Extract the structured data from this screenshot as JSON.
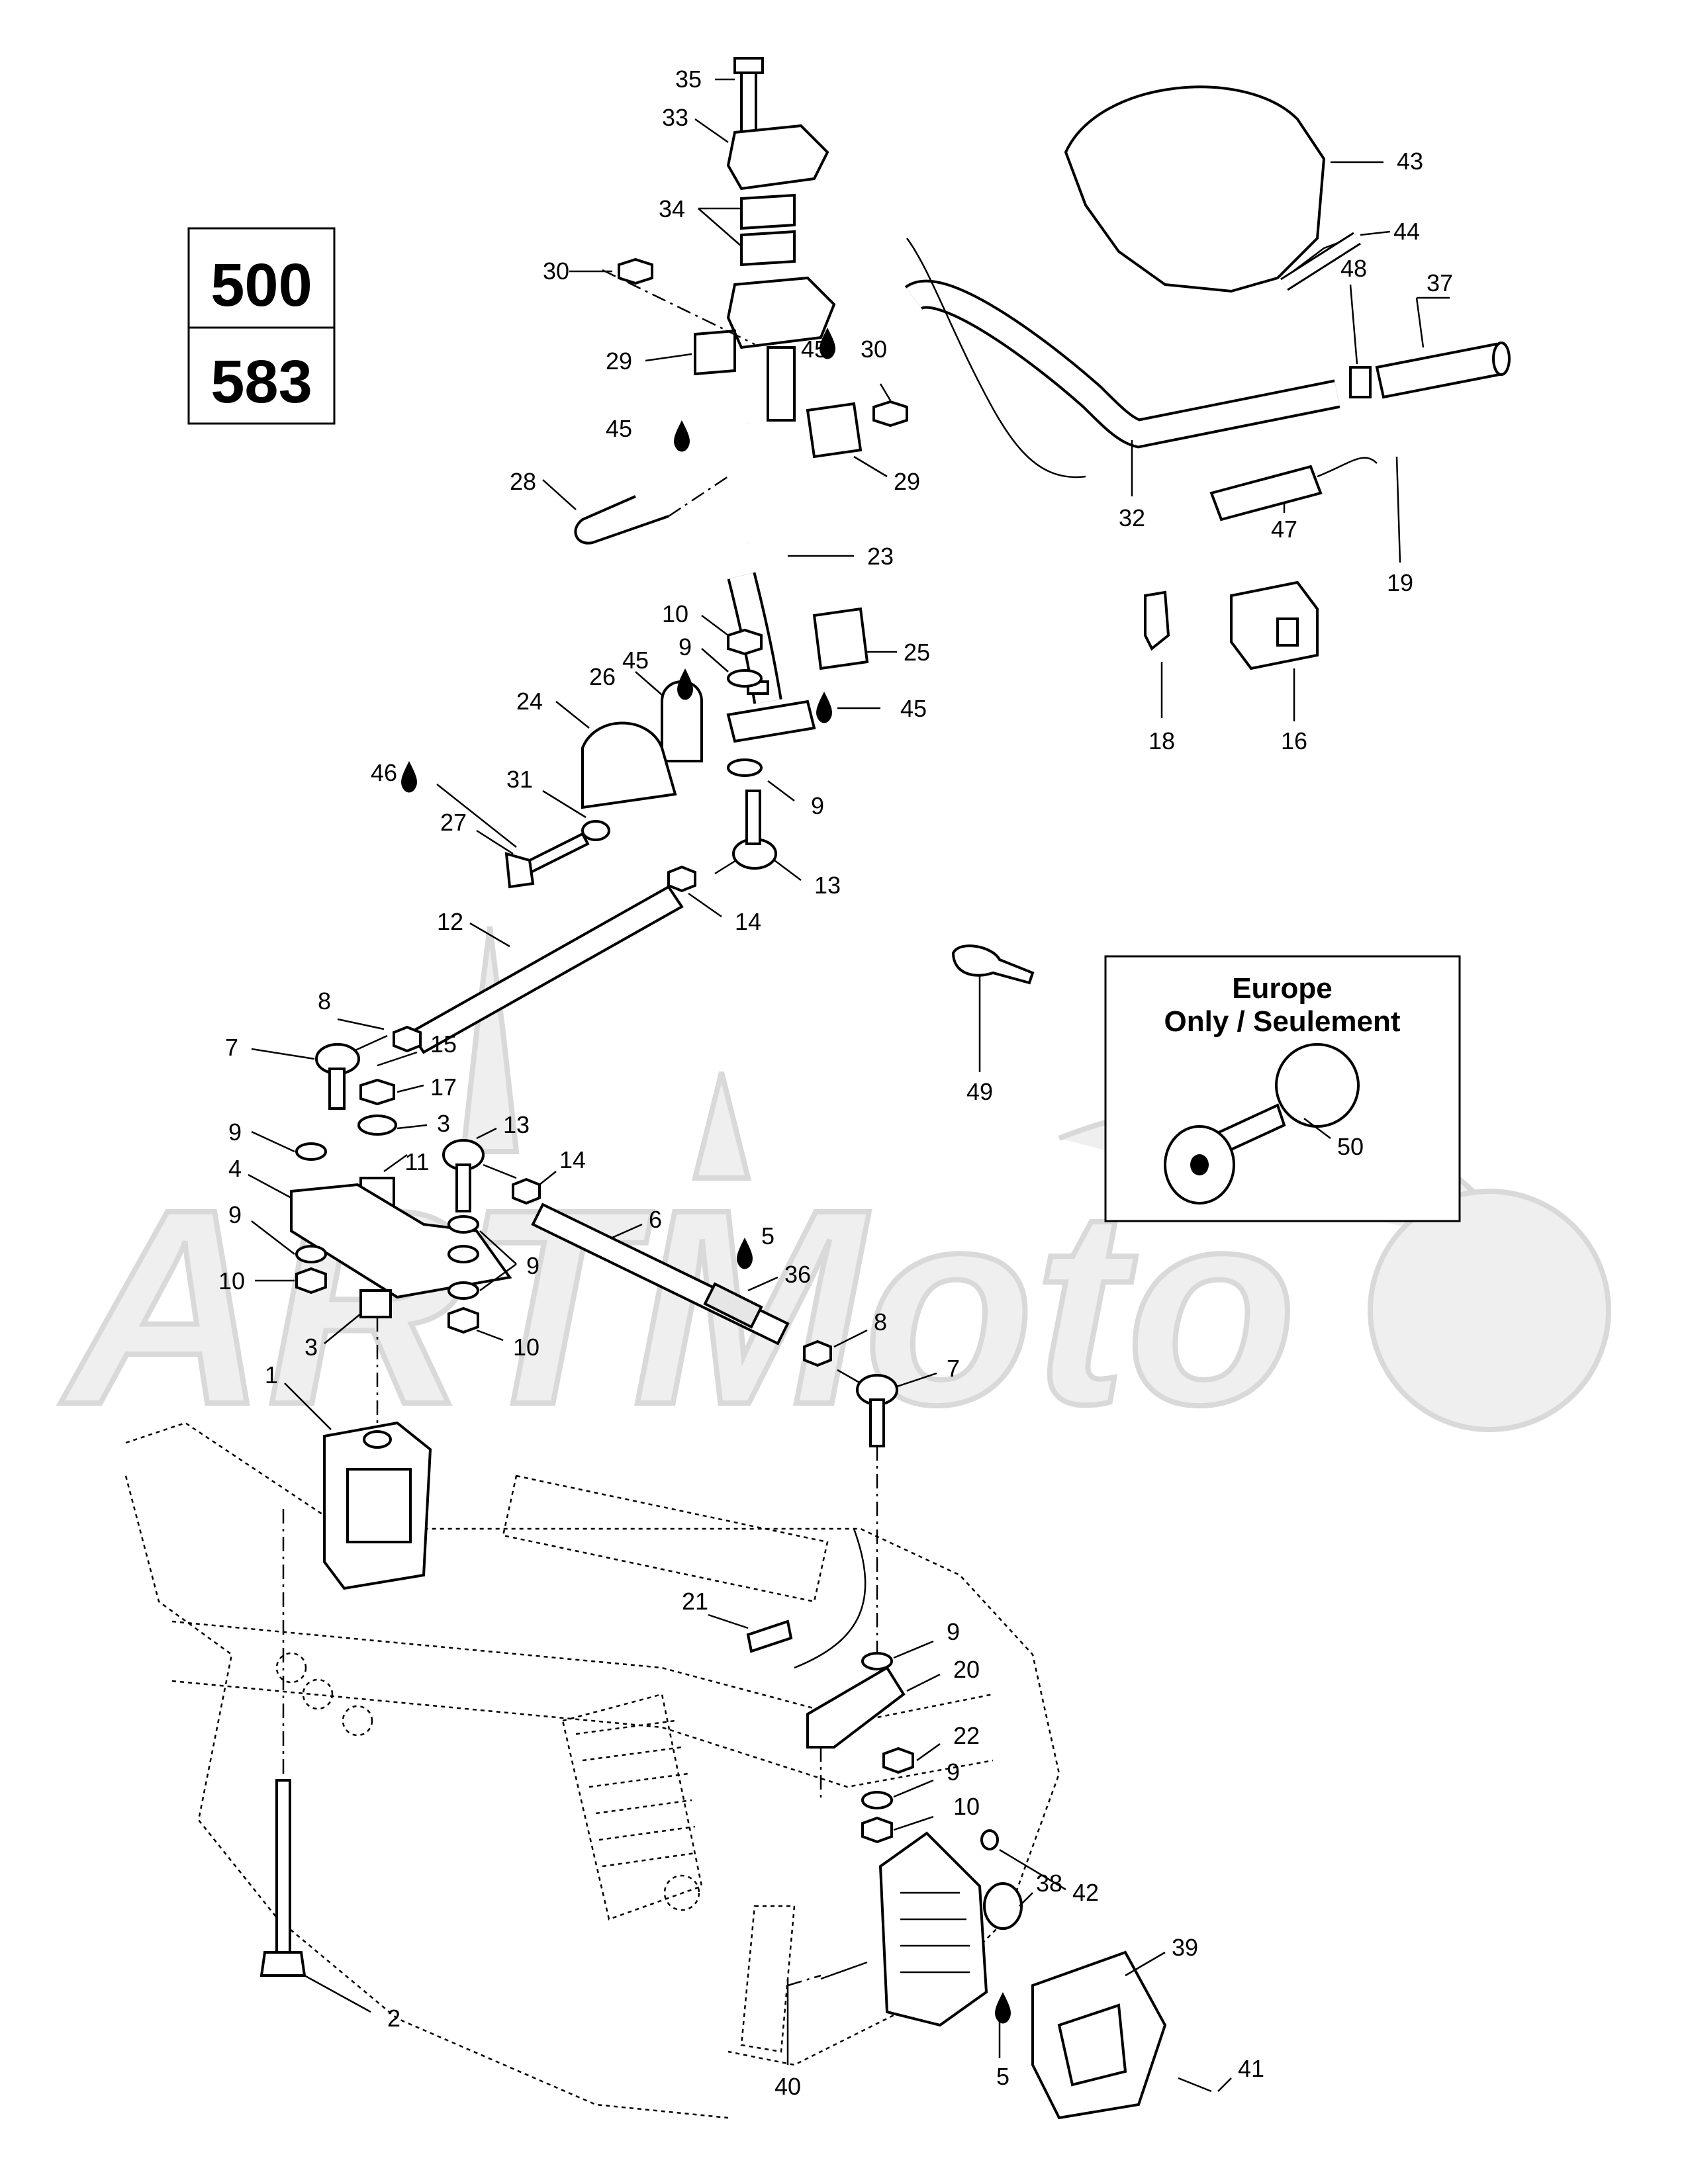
{
  "model_box": {
    "top": "500",
    "bottom": "583"
  },
  "europe_box": {
    "line1": "Europe",
    "line2": "Only / Seulement"
  },
  "watermark": "ARTMoto",
  "lube_marker": "drop-icon",
  "labels": [
    {
      "id": "35",
      "text": "35"
    },
    {
      "id": "33",
      "text": "33"
    },
    {
      "id": "34",
      "text": "34"
    },
    {
      "id": "30a",
      "text": "30"
    },
    {
      "id": "29a",
      "text": "29"
    },
    {
      "id": "45a",
      "text": "45"
    },
    {
      "id": "30b",
      "text": "30"
    },
    {
      "id": "45b",
      "text": "45"
    },
    {
      "id": "29b",
      "text": "29"
    },
    {
      "id": "28",
      "text": "28"
    },
    {
      "id": "23",
      "text": "23"
    },
    {
      "id": "10a",
      "text": "10"
    },
    {
      "id": "9a",
      "text": "9"
    },
    {
      "id": "45c",
      "text": "45"
    },
    {
      "id": "25",
      "text": "25"
    },
    {
      "id": "26",
      "text": "26"
    },
    {
      "id": "24",
      "text": "24"
    },
    {
      "id": "45d",
      "text": "45"
    },
    {
      "id": "46",
      "text": "46"
    },
    {
      "id": "31",
      "text": "31"
    },
    {
      "id": "9b",
      "text": "9"
    },
    {
      "id": "27",
      "text": "27"
    },
    {
      "id": "13a",
      "text": "13"
    },
    {
      "id": "14a",
      "text": "14"
    },
    {
      "id": "12",
      "text": "12"
    },
    {
      "id": "8a",
      "text": "8"
    },
    {
      "id": "15",
      "text": "15"
    },
    {
      "id": "7a",
      "text": "7"
    },
    {
      "id": "17",
      "text": "17"
    },
    {
      "id": "3a",
      "text": "3"
    },
    {
      "id": "13b",
      "text": "13"
    },
    {
      "id": "9c",
      "text": "9"
    },
    {
      "id": "11",
      "text": "11"
    },
    {
      "id": "14b",
      "text": "14"
    },
    {
      "id": "4",
      "text": "4"
    },
    {
      "id": "9d",
      "text": "9"
    },
    {
      "id": "6",
      "text": "6"
    },
    {
      "id": "5a",
      "text": "5"
    },
    {
      "id": "10b",
      "text": "10"
    },
    {
      "id": "9e",
      "text": "9"
    },
    {
      "id": "36",
      "text": "36"
    },
    {
      "id": "3b",
      "text": "3"
    },
    {
      "id": "10c",
      "text": "10"
    },
    {
      "id": "8b",
      "text": "8"
    },
    {
      "id": "7b",
      "text": "7"
    },
    {
      "id": "1",
      "text": "1"
    },
    {
      "id": "43",
      "text": "43"
    },
    {
      "id": "44",
      "text": "44"
    },
    {
      "id": "37",
      "text": "37"
    },
    {
      "id": "48",
      "text": "48"
    },
    {
      "id": "32",
      "text": "32"
    },
    {
      "id": "47",
      "text": "47"
    },
    {
      "id": "19",
      "text": "19"
    },
    {
      "id": "18",
      "text": "18"
    },
    {
      "id": "16",
      "text": "16"
    },
    {
      "id": "49",
      "text": "49"
    },
    {
      "id": "50",
      "text": "50"
    },
    {
      "id": "21",
      "text": "21"
    },
    {
      "id": "9f",
      "text": "9"
    },
    {
      "id": "20",
      "text": "20"
    },
    {
      "id": "22",
      "text": "22"
    },
    {
      "id": "9g",
      "text": "9"
    },
    {
      "id": "10d",
      "text": "10"
    },
    {
      "id": "42",
      "text": "42"
    },
    {
      "id": "2",
      "text": "2"
    },
    {
      "id": "38",
      "text": "38"
    },
    {
      "id": "39",
      "text": "39"
    },
    {
      "id": "41",
      "text": "41"
    },
    {
      "id": "40",
      "text": "40"
    },
    {
      "id": "5b",
      "text": "5"
    }
  ]
}
